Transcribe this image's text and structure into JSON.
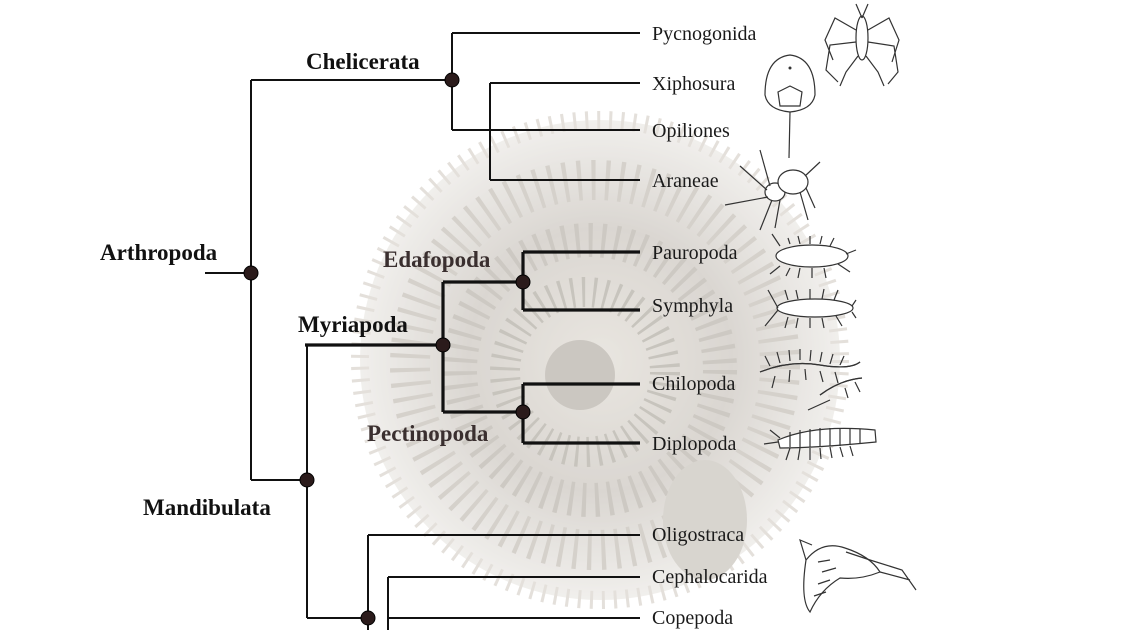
{
  "clades": {
    "arthropoda": "Arthropoda",
    "chelicerata": "Chelicerata",
    "mandibulata": "Mandibulata",
    "myriapoda": "Myriapoda",
    "edafopoda": "Edafopoda",
    "pectinopoda": "Pectinopoda"
  },
  "taxa": {
    "pycnogonida": "Pycnogonida",
    "xiphosura": "Xiphosura",
    "opiliones": "Opiliones",
    "araneae": "Araneae",
    "pauropoda": "Pauropoda",
    "symphyla": "Symphyla",
    "chilopoda": "Chilopoda",
    "diplopoda": "Diplopoda",
    "oligostraca": "Oligostraca",
    "cephalocarida": "Cephalocarida",
    "copepoda": "Copepoda"
  },
  "icons": {
    "background": "coiled-millipede-photo",
    "pycnogonida": "sea-spider-icon",
    "xiphosura": "horseshoe-crab-icon",
    "araneae": "spider-icon",
    "pauropoda": "pauropod-icon",
    "symphyla": "symphylan-icon",
    "chilopoda": "centipede-icon",
    "diplopoda": "millipede-icon",
    "cephalocarida": "cephalocarid-icon"
  }
}
